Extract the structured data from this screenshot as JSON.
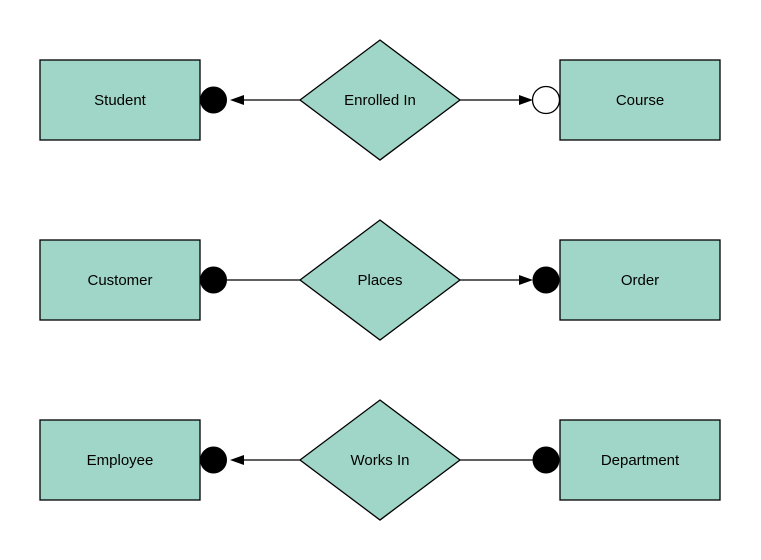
{
  "diagram": {
    "type": "er-diagram",
    "background_color": "#ffffff",
    "colors": {
      "shape_fill": "#a0d6c7",
      "shape_stroke": "#000000",
      "connector": "#000000",
      "filled_terminator": "#000000",
      "open_terminator_fill": "#ffffff",
      "label_text": "#000000"
    },
    "rows": [
      {
        "left_entity": "Student",
        "relationship": "Enrolled In",
        "right_entity": "Course",
        "left_connector": {
          "terminator": "filled-circle",
          "arrowhead": "toward-left-entity"
        },
        "right_connector": {
          "terminator": "open-circle",
          "arrowhead": "toward-right-entity"
        }
      },
      {
        "left_entity": "Customer",
        "relationship": "Places",
        "right_entity": "Order",
        "left_connector": {
          "terminator": "filled-circle",
          "arrowhead": "none"
        },
        "right_connector": {
          "terminator": "filled-circle",
          "arrowhead": "toward-right-entity"
        }
      },
      {
        "left_entity": "Employee",
        "relationship": "Works In",
        "right_entity": "Department",
        "left_connector": {
          "terminator": "filled-circle",
          "arrowhead": "toward-left-entity"
        },
        "right_connector": {
          "terminator": "filled-circle",
          "arrowhead": "none"
        }
      }
    ]
  }
}
